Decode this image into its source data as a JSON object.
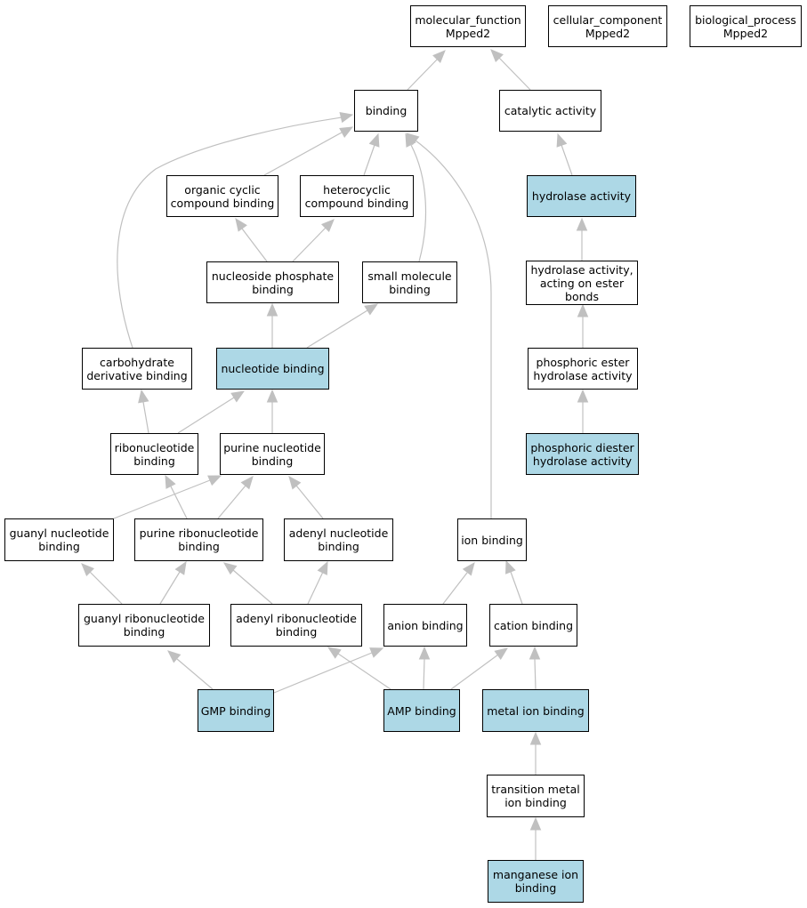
{
  "colors": {
    "highlight": "#add8e6",
    "edge": "#c0c0c0",
    "border": "#000000"
  },
  "nodes": {
    "mf": "molecular_function\nMpped2",
    "cc": "cellular_component\nMpped2",
    "bp": "biological_process\nMpped2",
    "binding": "binding",
    "catalytic": "catalytic activity",
    "hydrolase": "hydrolase activity",
    "ocb": "organic cyclic\ncompound binding",
    "hcb": "heterocyclic\ncompound binding",
    "hydro_ester": "hydrolase activity,\nacting on ester\nbonds",
    "nsp": "nucleoside phosphate\nbinding",
    "smb": "small molecule\nbinding",
    "carb": "carbohydrate\nderivative binding",
    "nucb": "nucleotide binding",
    "pester": "phosphoric ester\nhydrolase activity",
    "rnb": "ribonucleotide\nbinding",
    "pnb": "purine nucleotide\nbinding",
    "pdiester": "phosphoric diester\nhydrolase activity",
    "gnb": "guanyl nucleotide\nbinding",
    "prnb": "purine ribonucleotide\nbinding",
    "anb": "adenyl nucleotide\nbinding",
    "ionb": "ion binding",
    "grnb": "guanyl ribonucleotide\nbinding",
    "arnb": "adenyl ribonucleotide\nbinding",
    "anion": "anion binding",
    "cation": "cation binding",
    "gmp": "GMP binding",
    "amp": "AMP binding",
    "metal": "metal ion binding",
    "tmetal": "transition metal\nion binding",
    "mn": "manganese ion\nbinding"
  }
}
